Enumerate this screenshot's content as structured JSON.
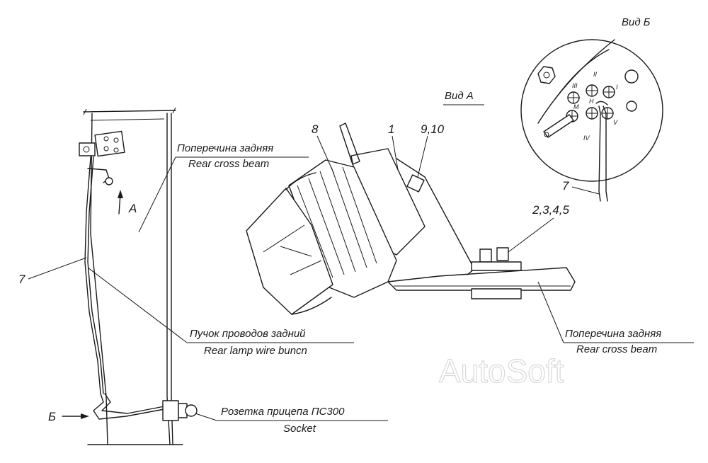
{
  "views": {
    "view_a": "Вид А",
    "view_b": "Вид Б"
  },
  "left_view": {
    "cross_beam_ru": "Поперечина задняя",
    "cross_beam_en": "Rear cross beam",
    "wire_bunch_ru": "Пучок проводов задний",
    "wire_bunch_en": "Rear lamp wire buncn",
    "socket_ru": "Розетка прицепа ПС300",
    "socket_en": "Socket",
    "arrow_a": "A",
    "arrow_b": "Б",
    "callout_7": "7"
  },
  "view_a_detail": {
    "callout_8": "8",
    "callout_1": "1",
    "callout_9_10": "9,10",
    "callout_2_5": "2,3,4,5",
    "cross_beam_ru": "Поперечина задняя",
    "cross_beam_en": "Rear cross beam"
  },
  "view_b_detail": {
    "callout_7": "7",
    "terminals": [
      "II",
      "III",
      "M",
      "H",
      "I",
      "IV",
      "V"
    ]
  },
  "watermark": "AutoSoft"
}
